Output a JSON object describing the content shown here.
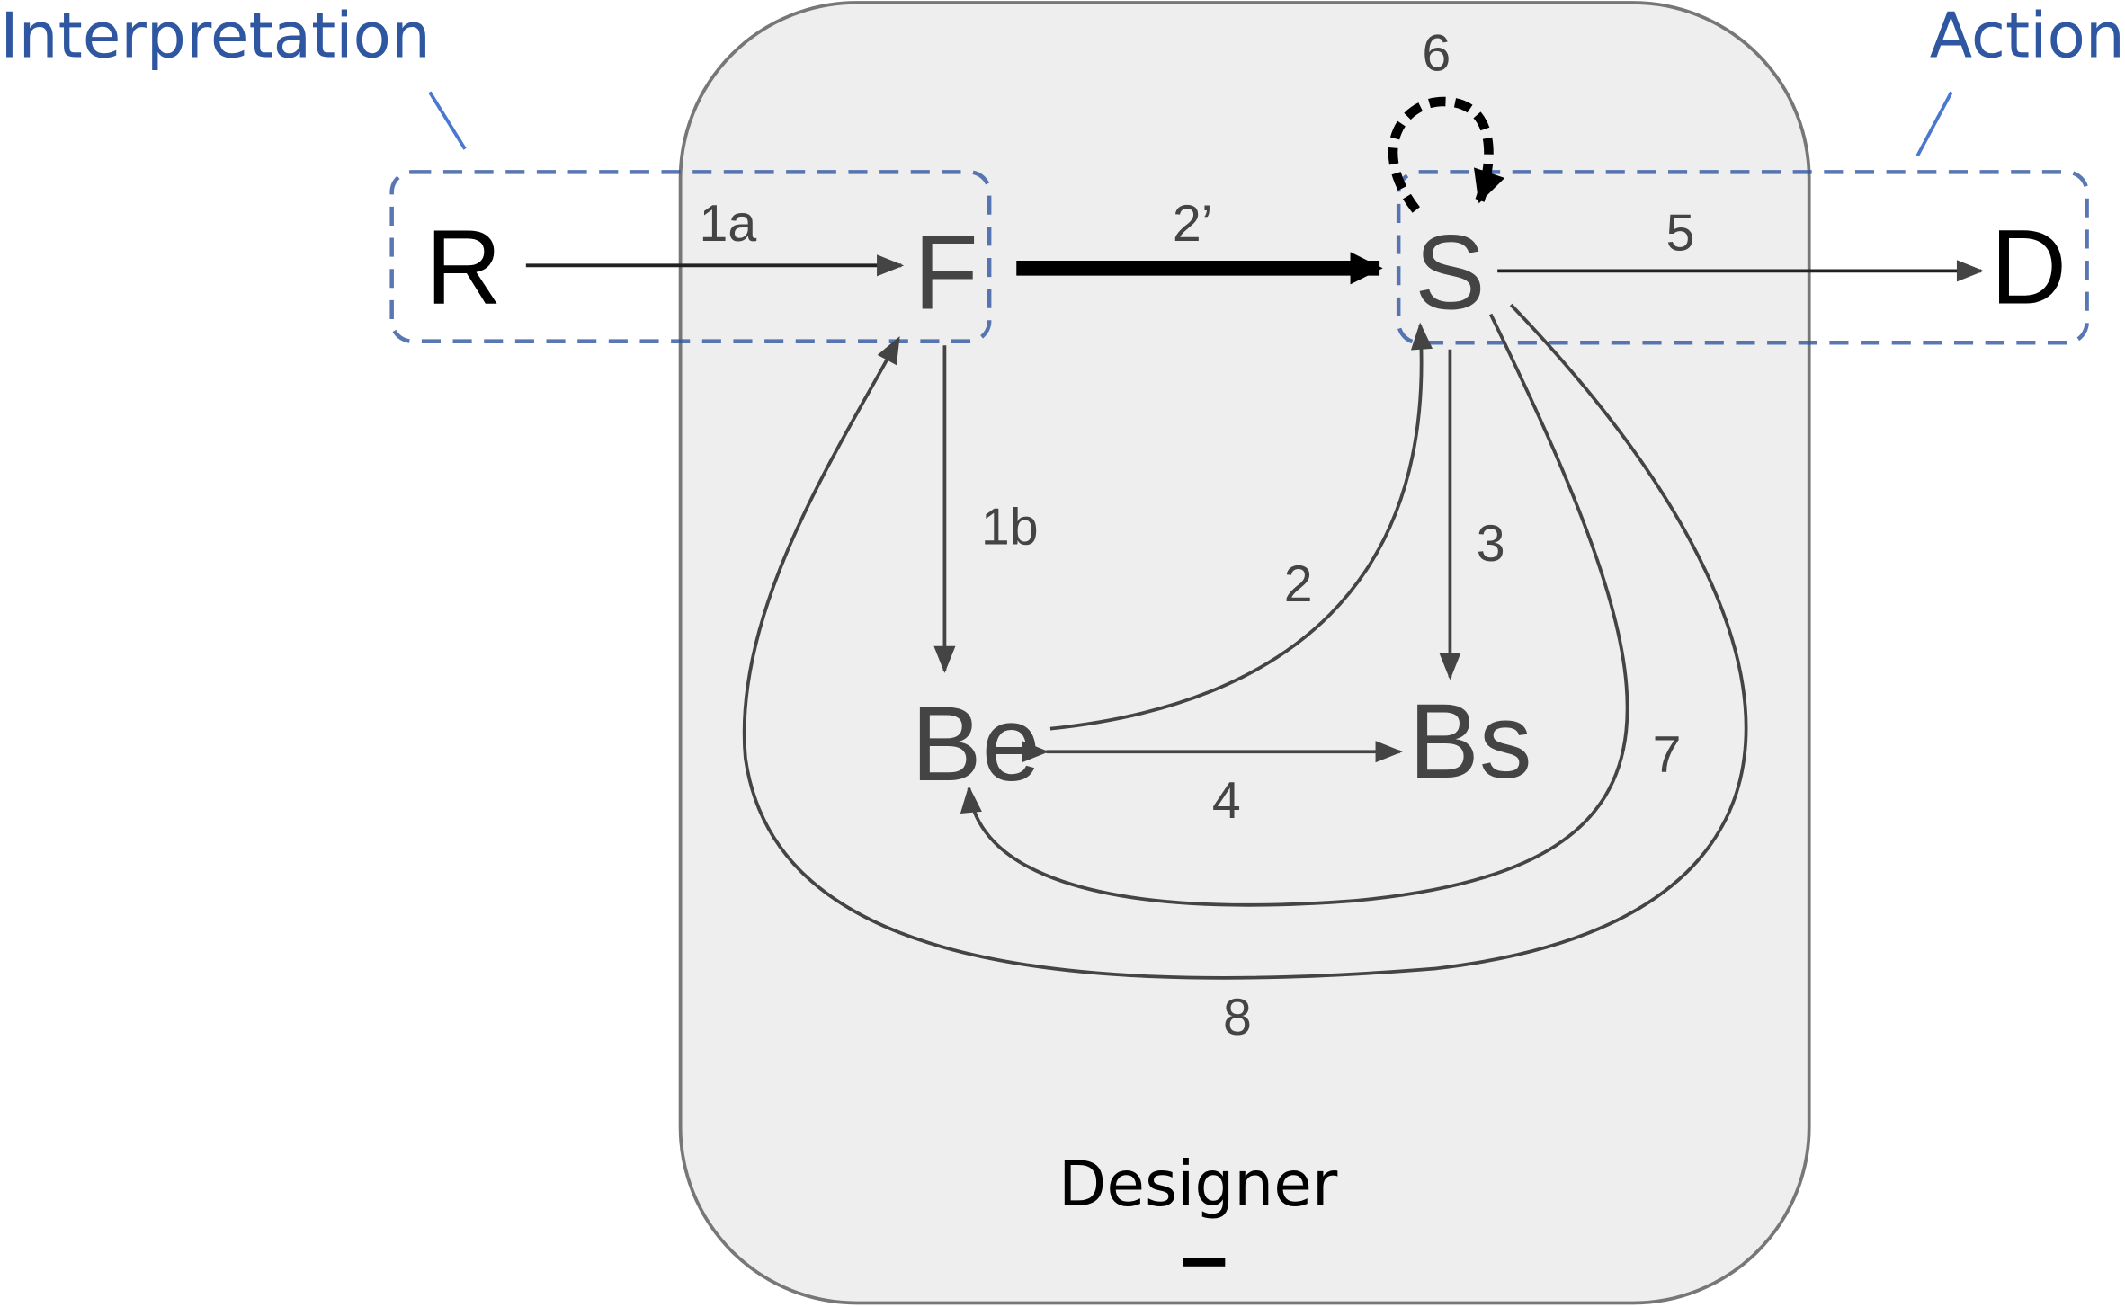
{
  "frames": {
    "interpretation": "Interpretation",
    "action": "Action",
    "designer": "Designer",
    "designer_mark": "_"
  },
  "nodes": {
    "R": "R",
    "F": "F",
    "S": "S",
    "D": "D",
    "Be": "Be",
    "Bs": "Bs"
  },
  "edges": {
    "e1a": "1a",
    "e1b": "1b",
    "e2": "2",
    "e2p": "2’",
    "e3": "3",
    "e4": "4",
    "e5": "5",
    "e6": "6",
    "e7": "7",
    "e8": "8"
  },
  "colors": {
    "frame_blue": "#2f56a0",
    "designer_fill": "#eeeeee",
    "edge": "#444444"
  }
}
